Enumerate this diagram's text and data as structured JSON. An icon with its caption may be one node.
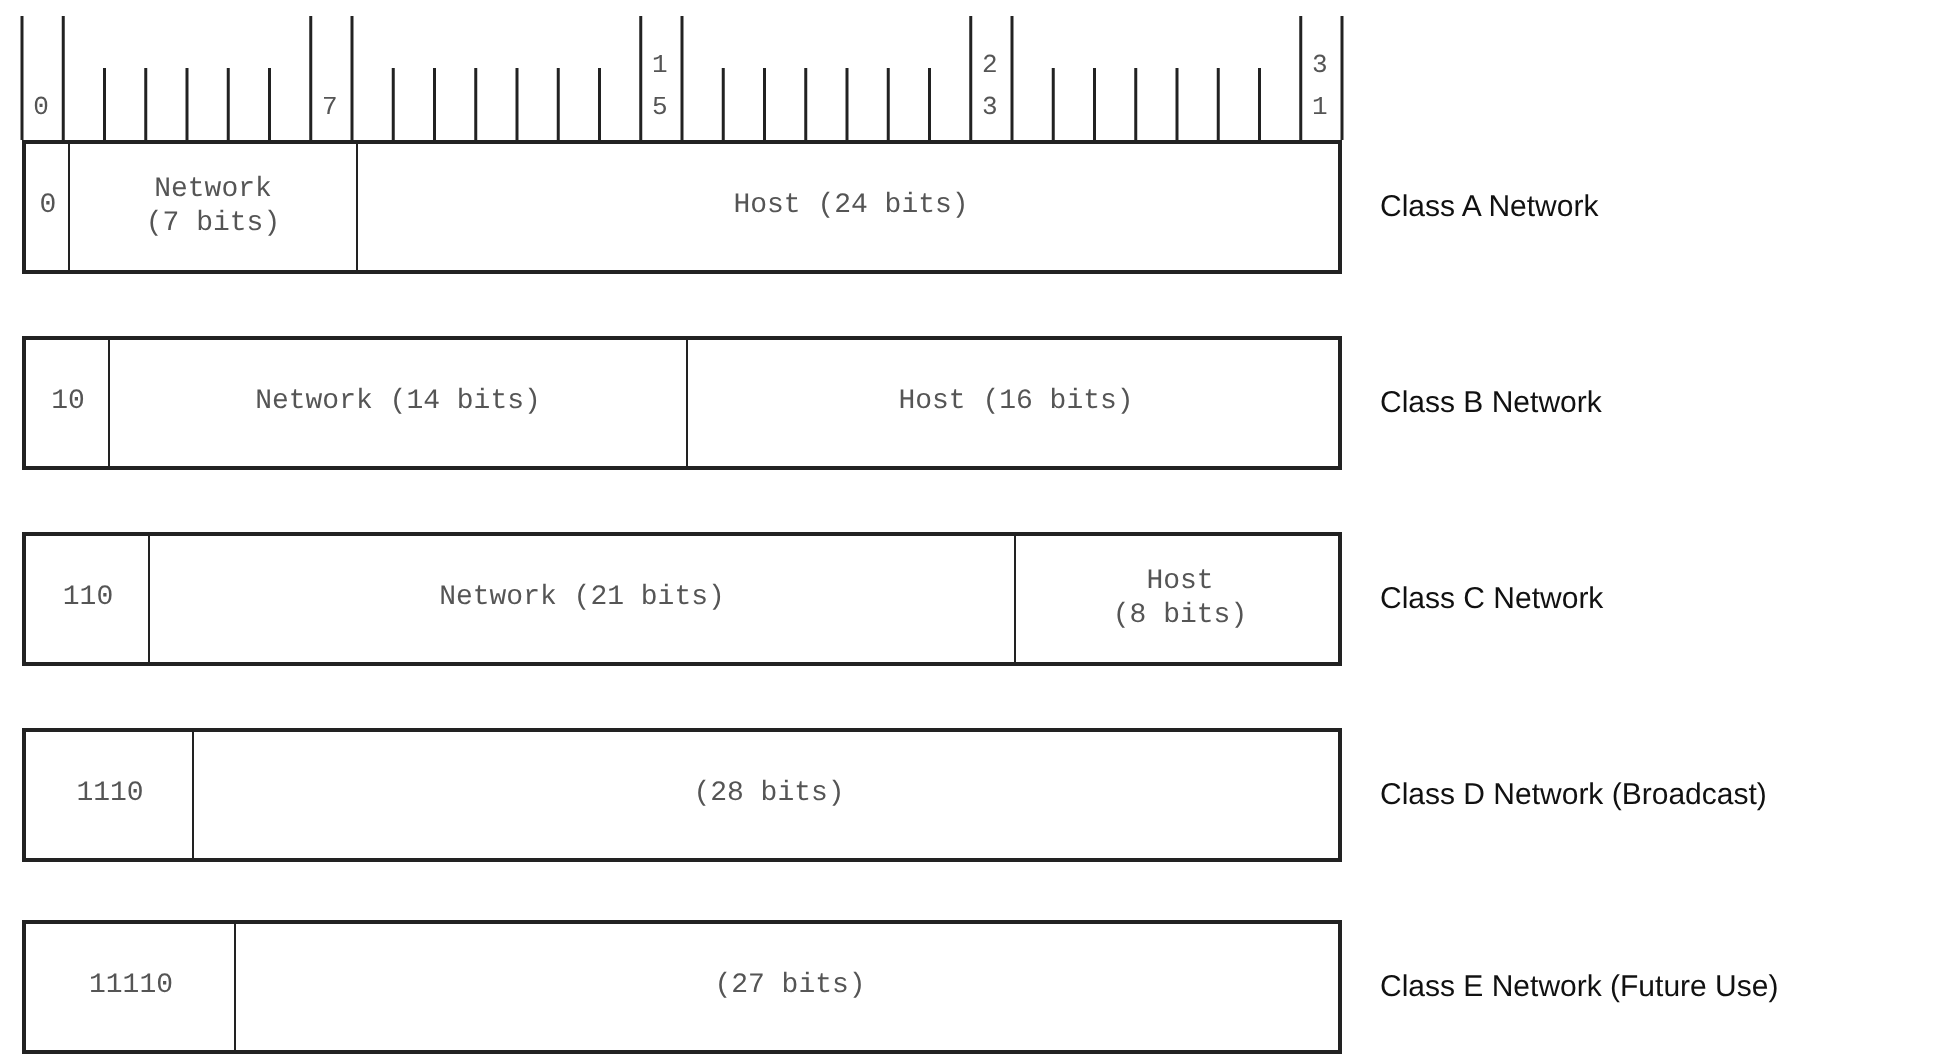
{
  "diagram": {
    "nodes": [
      {
        "text": [],
        "shape": "box",
        "beside": [
          "Class A Network"
        ]
      },
      {
        "text": [
          "0"
        ],
        "in": 0
      },
      {
        "text": [
          "Network (7 bits)"
        ],
        "in": 0
      },
      {
        "text": [
          "Host (24 bits)"
        ],
        "in": 0
      },
      {
        "text": [],
        "shape": "box",
        "beside": [
          "Class B Network"
        ]
      },
      {
        "text": [
          "10"
        ],
        "in": 4
      },
      {
        "text": [
          "Network (14 bits)"
        ],
        "in": 4
      },
      {
        "text": [
          "Host (16 bits)"
        ],
        "in": 4
      },
      {
        "text": [],
        "shape": "box",
        "beside": [
          "Class C Network"
        ]
      },
      {
        "text": [
          "110"
        ],
        "in": 8
      },
      {
        "text": [
          "Network (21 bits)"
        ],
        "in": 8
      },
      {
        "text": [
          "Host (8 bits)"
        ],
        "in": 8
      },
      {
        "text": [],
        "shape": "box",
        "beside": [
          "Class D Network (Broadcast)"
        ]
      },
      {
        "text": [
          "1110"
        ],
        "in": 12
      },
      {
        "text": [
          "(28 bits)"
        ],
        "in": 12
      },
      {
        "text": [],
        "shape": "box",
        "beside": [
          "Class E Network (Future Use)"
        ]
      },
      {
        "text": [
          "11110"
        ],
        "in": 15
      },
      {
        "text": [
          "(27 bits)"
        ],
        "in": 15
      }
    ],
    "labels": [
      "0",
      "7",
      "15",
      "23",
      "31"
    ]
  }
}
